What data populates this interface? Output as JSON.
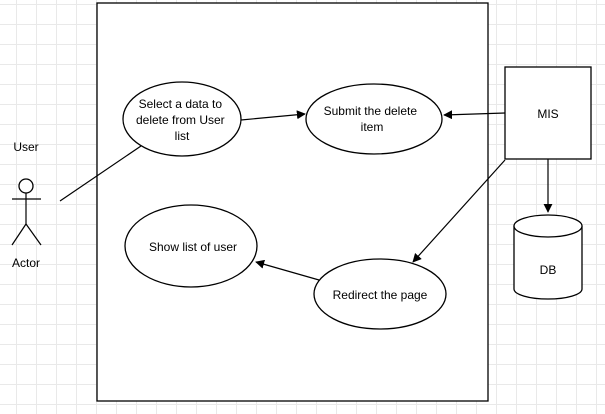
{
  "actor": {
    "name_top": "User",
    "name_bottom": "Actor"
  },
  "use_cases": {
    "select": [
      "Select a data to",
      "delete from User",
      "list"
    ],
    "submit": [
      "Submit the delete",
      "item"
    ],
    "show": "Show list of user",
    "redirect": "Redirect the page"
  },
  "systems": {
    "mis": "MIS",
    "db": "DB"
  }
}
